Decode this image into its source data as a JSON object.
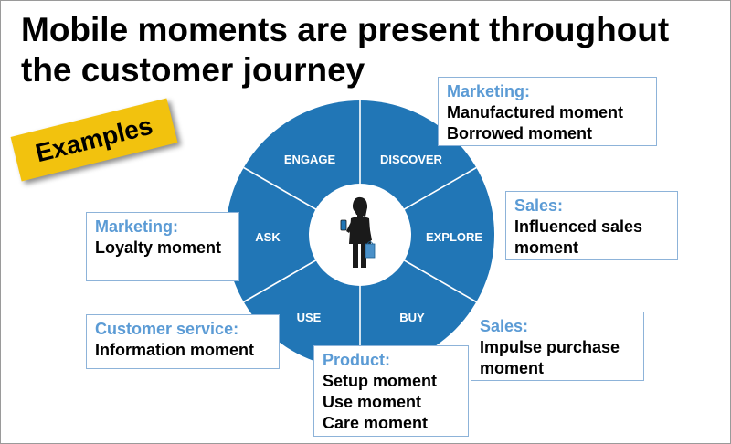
{
  "title": {
    "line1": "Mobile moments are present throughout",
    "line2": "the customer journey"
  },
  "badge": "Examples",
  "colors": {
    "wheel": "#2176b6",
    "divider": "#ffffff",
    "callout_heading": "#5b9bd5",
    "callout_border": "#8db3d9",
    "badge": "#f2c20e"
  },
  "wheel": {
    "segments": [
      "ENGAGE",
      "DISCOVER",
      "EXPLORE",
      "BUY",
      "USE",
      "ASK"
    ],
    "center_icon": "person-with-phone-and-shopping-bag-icon"
  },
  "callouts": {
    "marketing_top": {
      "heading": "Marketing:",
      "lines": [
        "Manufactured moment",
        "Borrowed moment"
      ]
    },
    "sales_influenced": {
      "heading": "Sales:",
      "lines": [
        "Influenced sales",
        "moment"
      ]
    },
    "sales_impulse": {
      "heading": "Sales:",
      "lines": [
        "Impulse purchase",
        "moment"
      ]
    },
    "product": {
      "heading": "Product:",
      "lines": [
        "Setup moment",
        "Use moment",
        "Care moment"
      ]
    },
    "customer_service": {
      "heading": "Customer service:",
      "lines": [
        "Information moment"
      ]
    },
    "marketing_left": {
      "heading": "Marketing:",
      "lines": [
        "Loyalty moment"
      ]
    }
  }
}
